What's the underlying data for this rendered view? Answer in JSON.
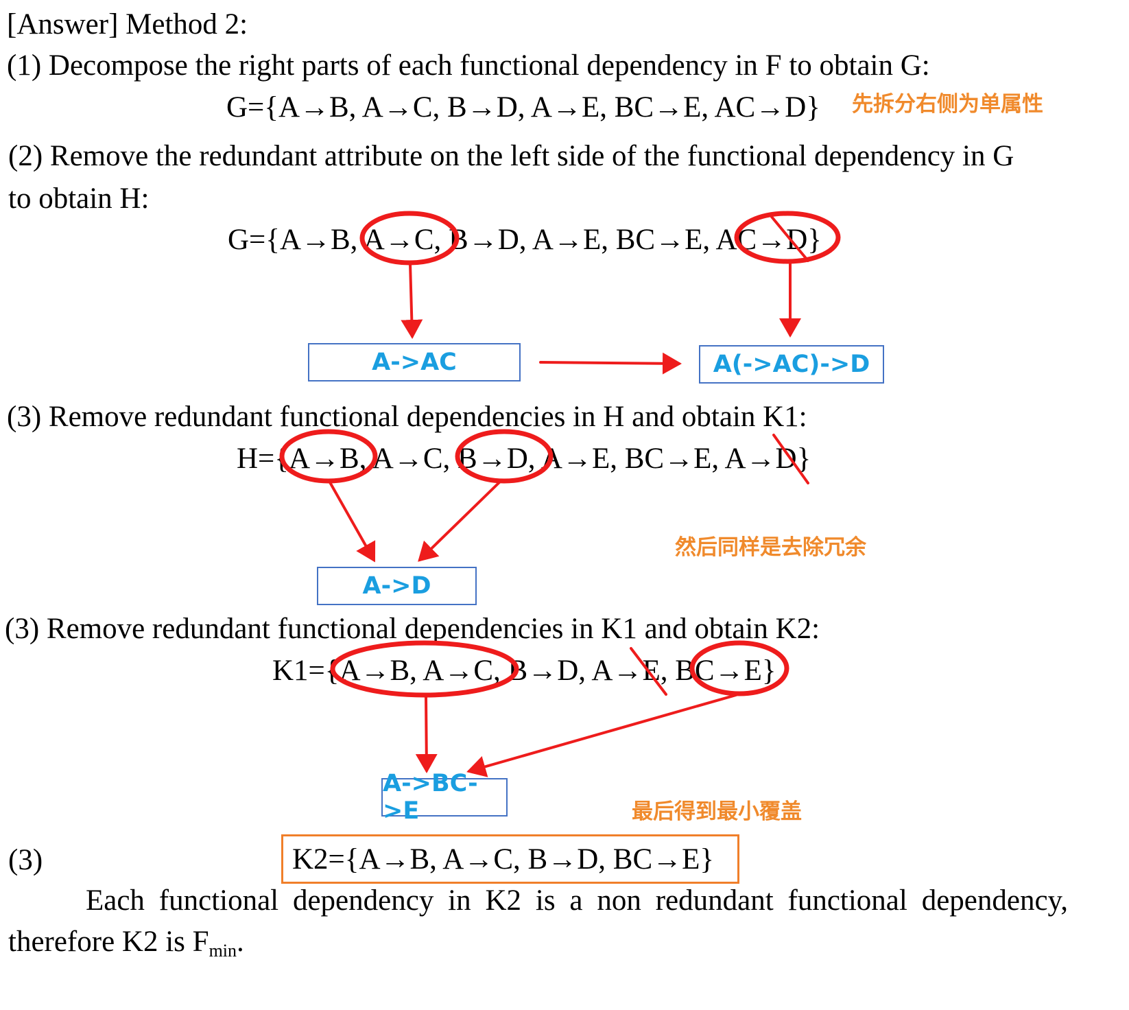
{
  "header": "[Answer] Method 2:",
  "step1": {
    "text": "(1) Decompose the right parts of each functional dependency in F to obtain G:",
    "formula": "G={A→B, A→C, B→D, A→E, BC→E, AC→D}",
    "note": "先拆分右侧为单属性"
  },
  "step2": {
    "text_line1": "(2) Remove the redundant attribute on the left side of the functional dependency in G",
    "text_line2": "to obtain H:",
    "formula": "G={A→B, A→C, B→D, A→E, BC→E, AC→D}",
    "box_left": "A->AC",
    "box_right": "A(->AC)->D"
  },
  "step3": {
    "text": "(3) Remove redundant functional dependencies in H and obtain K1:",
    "formula": "H={A→B, A→C, B→D, A→E, BC→E, A→D}",
    "box": "A->D",
    "note": "然后同样是去除冗余"
  },
  "step4": {
    "text": "(3) Remove redundant functional dependencies in K1 and obtain K2:",
    "formula": "K1={A→B, A→C, B→D, A→E, BC→E}",
    "box": "A->BC->E",
    "note": "最后得到最小覆盖"
  },
  "step5": {
    "label": "(3)",
    "result": "K2={A→B, A→C, B→D, BC→E}",
    "conclusion_line1": "Each functional dependency in K2 is a non redundant functional dependency,",
    "conclusion_line2_pre": "therefore K2 is F",
    "conclusion_sub": "min",
    "conclusion_line2_post": "."
  },
  "colors": {
    "annotation_red": "#ee1c1c",
    "note_orange": "#f08a2c",
    "box_text_blue": "#1a9ee0",
    "box_border_blue": "#4472c4",
    "result_border_orange": "#f07f2a"
  }
}
